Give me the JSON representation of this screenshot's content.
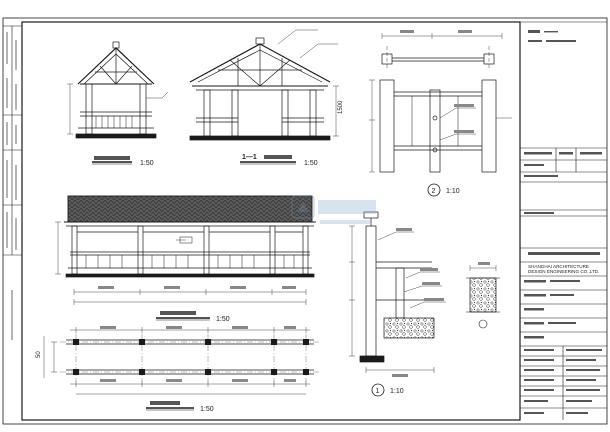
{
  "drawings": {
    "long_side_elevation_scale": "1:50",
    "section_1_1_marker": "1—1",
    "section_1_1_scale": "1:50",
    "front_elevation_scale": "1:50",
    "plan_scale": "1:50",
    "detail_2_number": "2",
    "detail_2_scale": "1:10",
    "detail_1_number": "1",
    "detail_1_scale": "1:10",
    "dim_top_section": "1500",
    "dim_plan_height": "50"
  },
  "title_block": {
    "firm_name_en_line1": "SHANGHAI ARCHITECTURE",
    "firm_name_en_line2": "DESIGN ENGINEERING CO.,LTD."
  },
  "colors": {
    "line": "#1a1a1a",
    "faint": "#9a9a9a",
    "roof_fill": "#4a4a4a",
    "paper": "#ffffff"
  }
}
